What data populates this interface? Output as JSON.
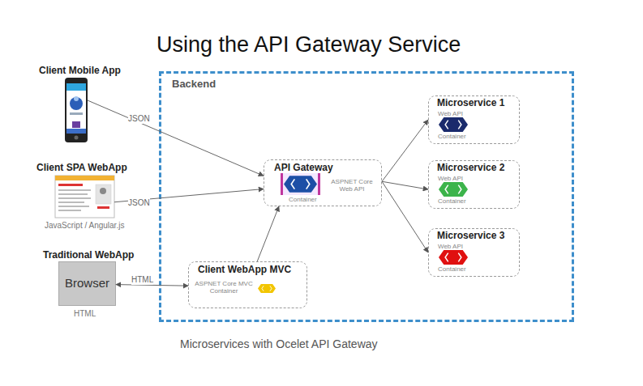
{
  "diagram": {
    "title": "Using the API Gateway Service",
    "caption": "Microservices with Ocelet API Gateway",
    "nodes": [
      {
        "text": [
          "Client Mobile App"
        ]
      },
      {
        "text": [
          "Client SPA WebApp",
          "JavaScript / Angular.js"
        ]
      },
      {
        "text": [
          "Traditional WebApp",
          "Browser",
          "HTML"
        ]
      },
      {
        "text": [
          "Backend"
        ]
      },
      {
        "text": [
          "API Gateway",
          "Container",
          "ASPNET Core Web API"
        ],
        "in": 3
      },
      {
        "text": [
          "Client WebApp MVC",
          "ASPNET Core MVC Container"
        ],
        "in": 3
      },
      {
        "text": [
          "Microservice 1",
          "Web API",
          "Container"
        ],
        "in": 3
      },
      {
        "text": [
          "Microservice 2",
          "Web API",
          "Container"
        ],
        "in": 3
      },
      {
        "text": [
          "Microservice 3",
          "Web API",
          "Container"
        ],
        "in": 3
      }
    ],
    "edges": [
      {
        "from": 0,
        "to": 4,
        "label": "JSON",
        "arrow": "to"
      },
      {
        "from": 1,
        "to": 4,
        "label": "JSON",
        "arrow": "to"
      },
      {
        "from": 5,
        "to": 4,
        "arrow": "to"
      },
      {
        "from": 2,
        "to": 5,
        "label": "HTML",
        "arrow": "both"
      },
      {
        "from": 4,
        "to": 6,
        "arrow": "to"
      },
      {
        "from": 4,
        "to": 7,
        "arrow": "to"
      },
      {
        "from": 4,
        "to": 8,
        "arrow": "to"
      }
    ]
  }
}
